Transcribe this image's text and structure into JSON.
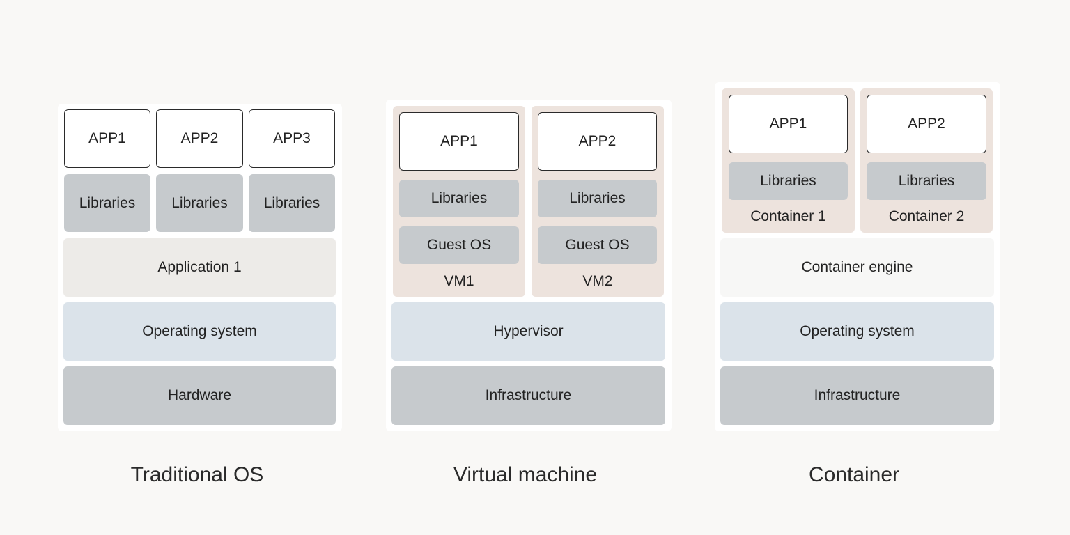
{
  "traditional": {
    "apps": [
      "APP1",
      "APP2",
      "APP3"
    ],
    "libraries": "Libraries",
    "application": "Application 1",
    "os": "Operating system",
    "hardware": "Hardware",
    "caption": "Traditional OS"
  },
  "vm": {
    "apps": [
      "APP1",
      "APP2"
    ],
    "libraries": "Libraries",
    "guest_os": "Guest OS",
    "vm_labels": [
      "VM1",
      "VM2"
    ],
    "hypervisor": "Hypervisor",
    "infrastructure": "Infrastructure",
    "caption": "Virtual machine"
  },
  "container": {
    "apps": [
      "APP1",
      "APP2"
    ],
    "libraries": "Libraries",
    "container_labels": [
      "Container 1",
      "Container 2"
    ],
    "engine": "Container engine",
    "os": "Operating system",
    "infrastructure": "Infrastructure",
    "caption": "Container"
  }
}
